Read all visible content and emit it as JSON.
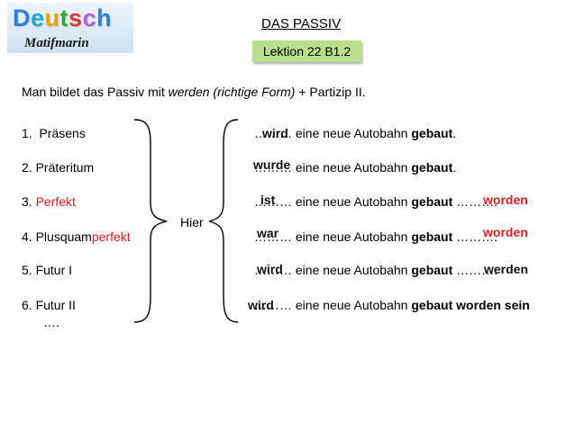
{
  "logo": {
    "letters": [
      {
        "char": "D",
        "color": "#2f7fd8"
      },
      {
        "char": "e",
        "color": "#27a8c9"
      },
      {
        "char": "u",
        "color": "#e8a400"
      },
      {
        "char": "t",
        "color": "#3aa63a"
      },
      {
        "char": "s",
        "color": "#d93b3b"
      },
      {
        "char": "c",
        "color": "#b15fd0"
      },
      {
        "char": "h",
        "color": "#2f7fd8"
      }
    ],
    "subtitle": "Matifmarin"
  },
  "header": {
    "title": "DAS PASSIV",
    "lesson": "Lektion 22 B1.2"
  },
  "rule": {
    "prefix": "Man bildet das Passiv mit ",
    "italic": "werden (richtige Form)",
    "suffix": "  + Partizip II."
  },
  "tenses": [
    {
      "num": "1.",
      "plain": "Präsens",
      "red": ""
    },
    {
      "num": "2.",
      "plain": "Präteritum",
      "red": ""
    },
    {
      "num": "3.",
      "plain": "",
      "red": "Perfekt"
    },
    {
      "num": "4.",
      "plain": "Plusquam",
      "red": "perfekt"
    },
    {
      "num": "5.",
      "plain": "Futur I",
      "red": ""
    },
    {
      "num": "6.",
      "plain": "Futur II",
      "red": ""
    }
  ],
  "tenses_more": "….",
  "hier": "Hier",
  "sentences": [
    {
      "lead": "……… ",
      "middle": "eine neue Autobahn ",
      "bold": "gebaut",
      "tail": "."
    },
    {
      "lead": "……… ",
      "middle": "eine neue Autobahn ",
      "bold": "gebaut",
      "tail": "."
    },
    {
      "lead": "……… ",
      "middle": "eine neue Autobahn ",
      "bold": "gebaut",
      "tail": " ………."
    },
    {
      "lead": "……… ",
      "middle": "eine neue Autobahn ",
      "bold": "gebaut",
      "tail": " ………."
    },
    {
      "lead": "……… ",
      "middle": "eine neue Autobahn ",
      "bold": "gebaut",
      "tail": " ………."
    },
    {
      "lead": "……… ",
      "middle": "eine neue Autobahn ",
      "bold": "gebaut  worden  sein",
      "tail": ""
    }
  ],
  "answers": {
    "s1": "wird",
    "s2": "wurde",
    "s3_aux": "ist",
    "s3_end": "worden",
    "s4_aux": "war",
    "s4_end": "worden",
    "s5_aux": "wird",
    "s5_end": "werden",
    "s6_aux": "wird"
  }
}
